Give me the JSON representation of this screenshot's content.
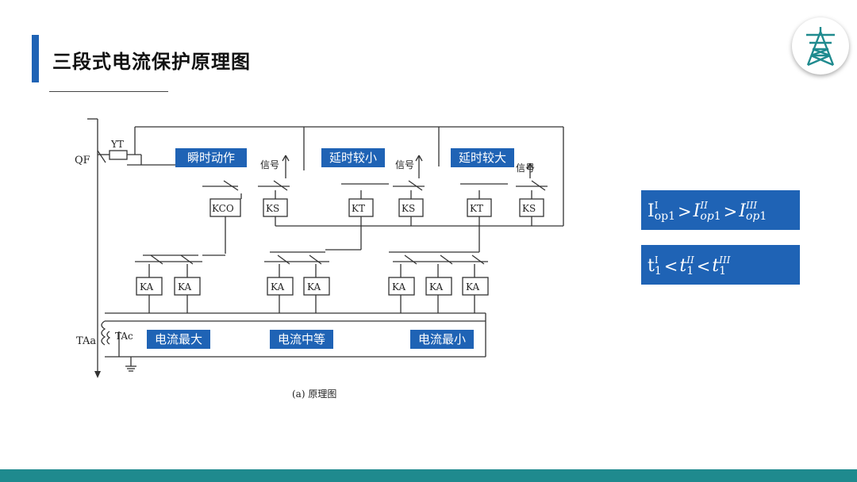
{
  "slide": {
    "title": "三段式电流保护原理图"
  },
  "diagram": {
    "caption": "(a) 原理图",
    "labels": {
      "instant_action": "瞬时动作",
      "delay_small": "延时较小",
      "delay_large": "延时较大",
      "current_max": "电流最大",
      "current_mid": "电流中等",
      "current_min": "电流最小"
    },
    "components": {
      "qf": "QF",
      "yt": "YT",
      "kco": "KCO",
      "ks1": "KS",
      "kt1": "KT",
      "ks2": "KS",
      "kt2": "KT",
      "ks3": "KS",
      "taa": "TAa",
      "tac": "TAc",
      "ka": "KA",
      "signal": "信号"
    }
  },
  "formulas": {
    "pickup_current": "Iop1^I > Iop1^II > Iop1^III",
    "operating_time": "t1^I < t1^II < t1^III"
  },
  "colors": {
    "accent": "#1f63b5",
    "footer": "#1f8a8e"
  },
  "logo": {
    "icon": "transmission-tower-icon"
  }
}
